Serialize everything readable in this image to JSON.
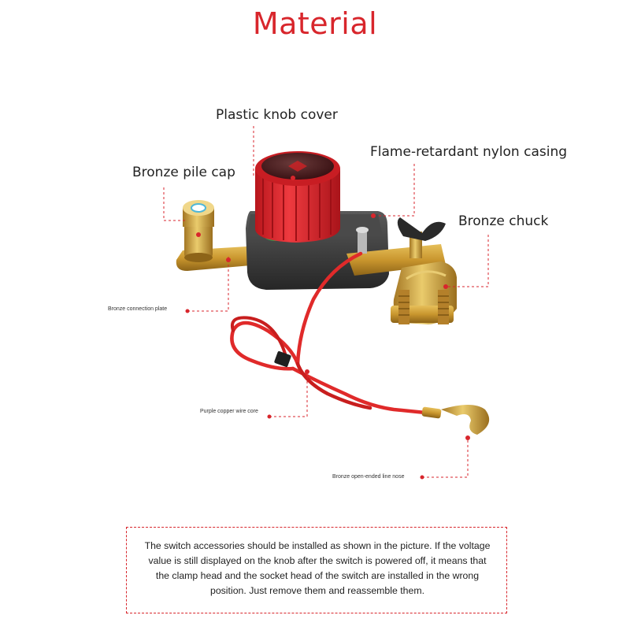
{
  "title": "Material",
  "labels": {
    "knob_cover": "Plastic knob cover",
    "casing": "Flame-retardant nylon casing",
    "pile_cap": "Bronze pile cap",
    "chuck": "Bronze chuck",
    "connection_plate": "Bronze connection plate",
    "wire_core": "Purple copper wire core",
    "line_nose": "Bronze open-ended line nose"
  },
  "note": "The switch accessories should be installed as shown in the picture. If the voltage value is still displayed on the knob after the switch is powered off, it means that the clamp head and the socket head of the switch are installed in the wrong position. Just remove them and reassemble them.",
  "colors": {
    "accent": "#d8262c",
    "knob_red": "#e3232a",
    "casing_black": "#3a3a3a",
    "bronze": "#c9962e",
    "wire_red": "#e02a2a"
  }
}
